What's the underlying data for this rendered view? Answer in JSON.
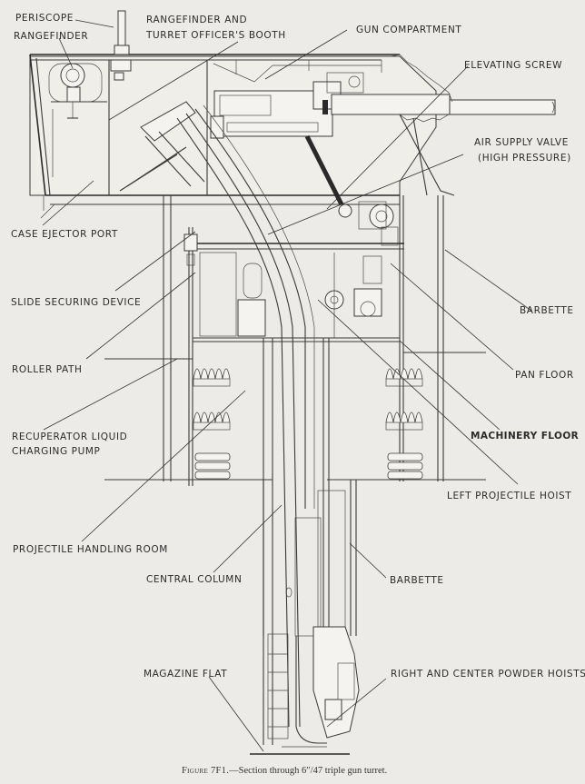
{
  "figure": {
    "caption_number": "Figure 7F1.",
    "caption_text": "—Section through 6″/47 triple gun turret."
  },
  "labels": {
    "periscope": "PERISCOPE",
    "rangefinder": "RANGEFINDER",
    "rangefinder_booth_line1": "RANGEFINDER AND",
    "rangefinder_booth_line2": "TURRET OFFICER'S BOOTH",
    "gun_compartment": "GUN COMPARTMENT",
    "elevating_screw": "ELEVATING SCREW",
    "air_supply_line1": "AIR SUPPLY VALVE",
    "air_supply_line2": "(HIGH PRESSURE)",
    "case_ejector_port": "CASE EJECTOR PORT",
    "slide_securing_device": "SLIDE SECURING DEVICE",
    "barbette_upper": "BARBETTE",
    "roller_path": "ROLLER PATH",
    "pan_floor": "PAN FLOOR",
    "recuperator_line1": "RECUPERATOR LIQUID",
    "recuperator_line2": "CHARGING PUMP",
    "machinery_floor": "MACHINERY  FLOOR",
    "left_projectile_hoist": "LEFT PROJECTILE HOIST",
    "projectile_handling_room": "PROJECTILE HANDLING ROOM",
    "central_column": "CENTRAL COLUMN",
    "barbette_lower": "BARBETTE",
    "magazine_flat": "MAGAZINE FLAT",
    "powder_hoists": "RIGHT AND CENTER POWDER HOISTS"
  }
}
